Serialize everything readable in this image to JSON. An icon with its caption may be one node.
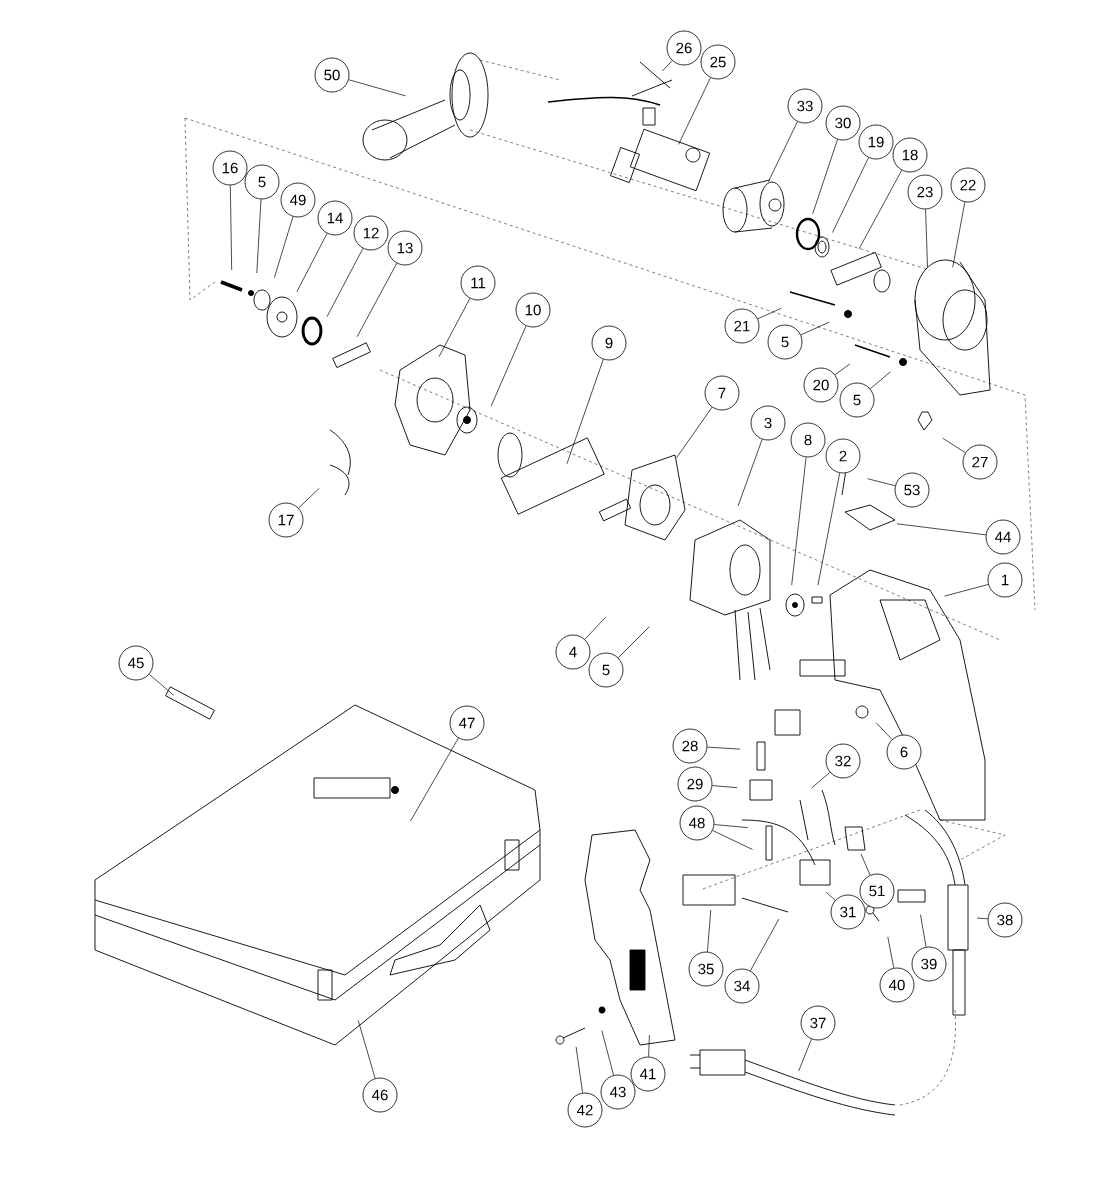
{
  "diagram": {
    "nodes": [
      {
        "text": [
          "50"
        ]
      },
      {
        "text": [
          "26"
        ]
      },
      {
        "text": [
          "25"
        ]
      },
      {
        "text": [
          "33"
        ]
      },
      {
        "text": [
          "30"
        ]
      },
      {
        "text": [
          "19"
        ]
      },
      {
        "text": [
          "18"
        ]
      },
      {
        "text": [
          "16"
        ]
      },
      {
        "text": [
          "22"
        ]
      },
      {
        "text": [
          "5"
        ]
      },
      {
        "text": [
          "23"
        ]
      },
      {
        "text": [
          "49"
        ]
      },
      {
        "text": [
          "14"
        ]
      },
      {
        "text": [
          "12"
        ]
      },
      {
        "text": [
          "13"
        ]
      },
      {
        "text": [
          "11"
        ]
      },
      {
        "text": [
          "10"
        ]
      },
      {
        "text": [
          "21"
        ]
      },
      {
        "text": [
          "5"
        ]
      },
      {
        "text": [
          "9"
        ]
      },
      {
        "text": [
          "20"
        ]
      },
      {
        "text": [
          "7"
        ]
      },
      {
        "text": [
          "5"
        ]
      },
      {
        "text": [
          "3"
        ]
      },
      {
        "text": [
          "8"
        ]
      },
      {
        "text": [
          "2"
        ]
      },
      {
        "text": [
          "27"
        ]
      },
      {
        "text": [
          "53"
        ]
      },
      {
        "text": [
          "17"
        ]
      },
      {
        "text": [
          "44"
        ]
      },
      {
        "text": [
          "1"
        ]
      },
      {
        "text": [
          "4"
        ]
      },
      {
        "text": [
          "45"
        ]
      },
      {
        "text": [
          "5"
        ]
      },
      {
        "text": [
          "47"
        ]
      },
      {
        "text": [
          "28"
        ]
      },
      {
        "text": [
          "6"
        ]
      },
      {
        "text": [
          "32"
        ]
      },
      {
        "text": [
          "29"
        ]
      },
      {
        "text": [
          "48"
        ]
      },
      {
        "text": [
          "51"
        ]
      },
      {
        "text": [
          "31"
        ]
      },
      {
        "text": [
          "38"
        ]
      },
      {
        "text": [
          "39"
        ]
      },
      {
        "text": [
          "35"
        ]
      },
      {
        "text": [
          "40"
        ]
      },
      {
        "text": [
          "34"
        ]
      },
      {
        "text": [
          "37"
        ]
      },
      {
        "text": [
          "41"
        ]
      },
      {
        "text": [
          "43"
        ]
      },
      {
        "text": [
          "46"
        ]
      },
      {
        "text": [
          "42"
        ]
      }
    ],
    "edges": [
      {
        "from": 0,
        "to": null,
        "arrow": "none"
      },
      {
        "from": 1,
        "to": null,
        "arrow": "none"
      },
      {
        "from": 2,
        "to": null,
        "arrow": "none"
      },
      {
        "from": 3,
        "to": null,
        "arrow": "none"
      },
      {
        "from": 4,
        "to": null,
        "arrow": "none"
      },
      {
        "from": 5,
        "to": null,
        "arrow": "none"
      },
      {
        "from": 6,
        "to": null,
        "arrow": "none"
      },
      {
        "from": 7,
        "to": null,
        "arrow": "none"
      },
      {
        "from": 8,
        "to": null,
        "arrow": "none"
      },
      {
        "from": 9,
        "to": null,
        "arrow": "none"
      },
      {
        "from": 10,
        "to": null,
        "arrow": "none"
      },
      {
        "from": 11,
        "to": null,
        "arrow": "none"
      },
      {
        "from": 12,
        "to": null,
        "arrow": "none"
      },
      {
        "from": 13,
        "to": null,
        "arrow": "none"
      },
      {
        "from": 14,
        "to": null,
        "arrow": "none"
      },
      {
        "from": 15,
        "to": null,
        "arrow": "none"
      },
      {
        "from": 16,
        "to": null,
        "arrow": "none"
      },
      {
        "from": 17,
        "to": null,
        "arrow": "none"
      },
      {
        "from": 18,
        "to": null,
        "arrow": "none"
      },
      {
        "from": 19,
        "to": null,
        "arrow": "none"
      },
      {
        "from": 20,
        "to": null,
        "arrow": "none"
      },
      {
        "from": 21,
        "to": null,
        "arrow": "none"
      },
      {
        "from": 22,
        "to": null,
        "arrow": "none"
      },
      {
        "from": 23,
        "to": null,
        "arrow": "none"
      },
      {
        "from": 24,
        "to": null,
        "arrow": "none"
      },
      {
        "from": 25,
        "to": null,
        "arrow": "none"
      },
      {
        "from": 26,
        "to": null,
        "arrow": "none"
      },
      {
        "from": 27,
        "to": null,
        "arrow": "none"
      },
      {
        "from": 28,
        "to": null,
        "arrow": "none"
      },
      {
        "from": 29,
        "to": null,
        "arrow": "none"
      },
      {
        "from": 30,
        "to": null,
        "arrow": "none"
      },
      {
        "from": 31,
        "to": null,
        "arrow": "none"
      },
      {
        "from": 32,
        "to": null,
        "arrow": "none"
      },
      {
        "from": 33,
        "to": null,
        "arrow": "none"
      },
      {
        "from": 34,
        "to": null,
        "arrow": "none"
      },
      {
        "from": 35,
        "to": null,
        "arrow": "none"
      },
      {
        "from": 36,
        "to": null,
        "arrow": "none"
      },
      {
        "from": 37,
        "to": null,
        "arrow": "none"
      },
      {
        "from": 38,
        "to": null,
        "arrow": "none"
      },
      {
        "from": 39,
        "to": null,
        "arrow": "none"
      },
      {
        "from": 39,
        "to": null,
        "arrow": "none"
      },
      {
        "from": 40,
        "to": null,
        "arrow": "none"
      },
      {
        "from": 41,
        "to": null,
        "arrow": "none"
      },
      {
        "from": 42,
        "to": null,
        "arrow": "none"
      },
      {
        "from": 43,
        "to": null,
        "arrow": "none"
      },
      {
        "from": 44,
        "to": null,
        "arrow": "none"
      },
      {
        "from": 45,
        "to": null,
        "arrow": "none"
      },
      {
        "from": 46,
        "to": null,
        "arrow": "none"
      },
      {
        "from": 47,
        "to": null,
        "arrow": "none"
      },
      {
        "from": 48,
        "to": null,
        "arrow": "none"
      },
      {
        "from": 49,
        "to": null,
        "arrow": "none"
      },
      {
        "from": 50,
        "to": null,
        "arrow": "none"
      },
      {
        "from": 51,
        "to": null,
        "arrow": "none"
      }
    ]
  }
}
